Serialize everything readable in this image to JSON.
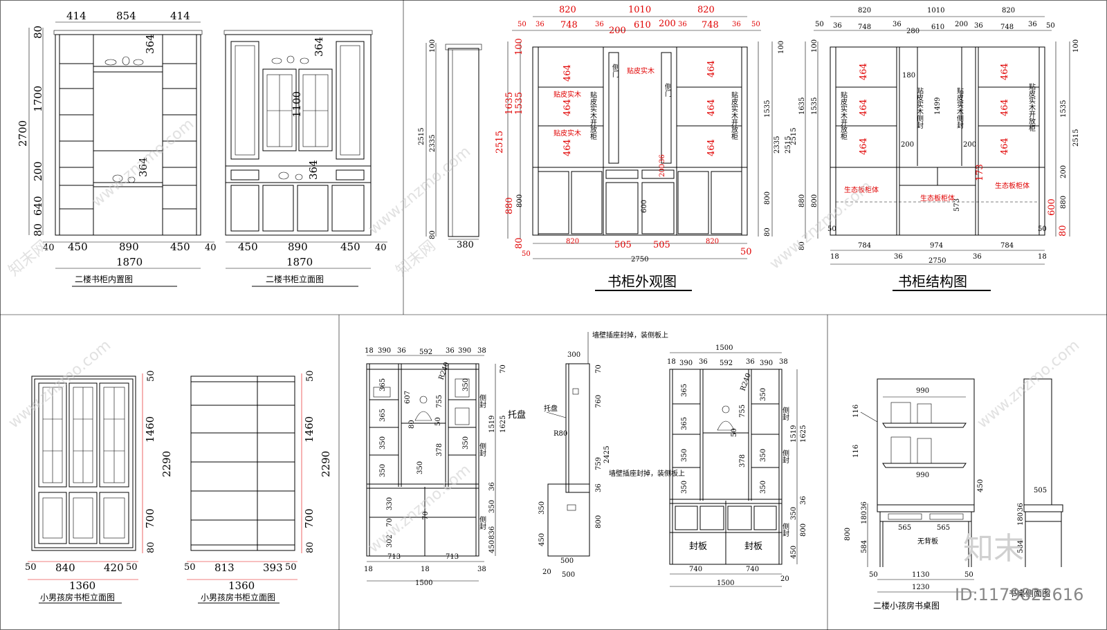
{
  "panel1": {
    "caption": "二楼书柜内置图",
    "top_dims": [
      "414",
      "854",
      "414"
    ],
    "left_dims": [
      "80",
      "1700",
      "200",
      "640",
      "80"
    ],
    "left_total": "2700",
    "bottom_dims": [
      "40",
      "450",
      "890",
      "450",
      "40"
    ],
    "overall_width": "1870",
    "inner_dims": [
      "364",
      "364"
    ]
  },
  "panel2": {
    "caption": "二楼书柜立面图",
    "bottom_dims": [
      "450",
      "890",
      "450",
      "40"
    ],
    "overall_width": "1870",
    "inner_dims": [
      "364",
      "1100",
      "364"
    ]
  },
  "panel3": {
    "title": "书柜外观图",
    "top_dims_1": [
      "820",
      "1010",
      "820"
    ],
    "top_dims_2": [
      "50",
      "36",
      "748",
      "36",
      "200",
      "610",
      "200",
      "36",
      "748",
      "36",
      "50"
    ],
    "left_dims_red": [
      "100",
      "1635",
      "1535",
      "2515",
      "880",
      "80",
      "50"
    ],
    "left_dims_black": [
      "100",
      "2515",
      "2335",
      "800",
      "80"
    ],
    "side_width": "380",
    "bottom_dims": [
      "820",
      "505",
      "505",
      "820"
    ],
    "overall_width": "2750",
    "right_dims": [
      "100",
      "1535",
      "2335",
      "2515",
      "800",
      "80",
      "50"
    ],
    "shelf_dims": [
      "464",
      "464",
      "464",
      "464",
      "464",
      "464"
    ],
    "labels": [
      "贴皮实木",
      "贴皮实木",
      "贴皮实木",
      "贴皮实木开放柜",
      "贴皮实木开放柜",
      "侧门",
      "侧门"
    ],
    "drawer_dims": [
      "600",
      "200",
      "36"
    ]
  },
  "panel4": {
    "title": "书柜结构图",
    "top_dims_1": [
      "820",
      "1010",
      "820"
    ],
    "top_dims_2": [
      "50",
      "36",
      "748",
      "36",
      "280",
      "610",
      "200",
      "36",
      "748",
      "36",
      "50"
    ],
    "left_dims": [
      "100",
      "1635",
      "1535",
      "2515",
      "880",
      "800",
      "50",
      "80"
    ],
    "right_dims": [
      "100",
      "1535",
      "2515",
      "200",
      "880",
      "600",
      "50",
      "80"
    ],
    "bottom_dims": [
      "18",
      "784",
      "36",
      "974",
      "36",
      "784",
      "18"
    ],
    "overall_width": "2750",
    "shelf_dims": [
      "464",
      "464",
      "464",
      "464",
      "464",
      "464"
    ],
    "inner_dims": [
      "180",
      "1499",
      "200",
      "200",
      "173",
      "573"
    ],
    "labels": [
      "贴皮实木开放柜",
      "贴皮实木侧封",
      "贴皮实木侧封",
      "贴皮实木开放柜",
      "生态板柜体",
      "生态板柜体",
      "生态板柜体"
    ]
  },
  "panel5": {
    "caption": "小男孩房书柜立面图",
    "right_dims": [
      "50",
      "1460",
      "2290",
      "700",
      "80"
    ],
    "bottom_dims": [
      "50",
      "840",
      "420",
      "50"
    ],
    "overall_width": "1360"
  },
  "panel6": {
    "caption": "小男孩房书柜立面图",
    "right_dims": [
      "50",
      "1460",
      "2290",
      "700",
      "80"
    ],
    "bottom_dims": [
      "50",
      "813",
      "393",
      "50"
    ],
    "overall_width": "1360"
  },
  "panel7": {
    "top_dims": [
      "18",
      "390",
      "36",
      "592",
      "36",
      "390",
      "38"
    ],
    "bottom_dims": [
      "713",
      "18",
      "713",
      "38"
    ],
    "left_bottom": "18",
    "overall_width": "1500",
    "inner_dims": [
      "365",
      "365",
      "350",
      "350",
      "607",
      "755",
      "80",
      "50",
      "378",
      "350",
      "350",
      "350",
      "330",
      "70",
      "302",
      "70",
      "R240"
    ],
    "right_dims": [
      "70",
      "1519",
      "1625",
      "36",
      "350",
      "836",
      "450"
    ],
    "side_labels": [
      "侧封",
      "侧封",
      "侧封"
    ],
    "tray_label": "托盘"
  },
  "panel8": {
    "note_top": "墙壁插座封掉，装侧板上",
    "note_mid": "墙壁插座封掉，装侧板上",
    "dims": [
      "300",
      "70",
      "760",
      "R80",
      "2425",
      "759",
      "36",
      "800",
      "350",
      "450",
      "500",
      "20",
      "500"
    ],
    "tray_label": "托盘"
  },
  "panel9": {
    "overall_top": "1500",
    "top_dims": [
      "18",
      "390",
      "36",
      "592",
      "36",
      "390",
      "38"
    ],
    "inner_dims": [
      "365",
      "365",
      "350",
      "350",
      "755",
      "R240",
      "50",
      "378",
      "350",
      "350",
      "350"
    ],
    "right_dims": [
      "1519",
      "1625",
      "36",
      "350",
      "800",
      "450",
      "20"
    ],
    "panel_labels": [
      "封板",
      "封板"
    ],
    "bottom_dims": [
      "740",
      "740"
    ],
    "overall_width": "1500",
    "side_labels": [
      "侧封",
      "侧封",
      "侧封"
    ]
  },
  "panel10": {
    "caption": "二楼小孩房书桌图",
    "side_caption": "书桌侧面图",
    "dims_top": [
      "990",
      "990"
    ],
    "left_dims": [
      "116",
      "116",
      "36",
      "180",
      "800",
      "584",
      "50"
    ],
    "shelf_height": "450",
    "desk_dims": [
      "565",
      "565"
    ],
    "desk_label": "无背板",
    "width_inner": "1130",
    "width_total": "1230",
    "side_width": "505",
    "side_dims": [
      "36",
      "180",
      "584"
    ],
    "right_dim": "50"
  },
  "watermark": {
    "text": "www.znzmo.com",
    "cn": "知末网",
    "logo": "知末",
    "id": "ID:1179822616"
  }
}
